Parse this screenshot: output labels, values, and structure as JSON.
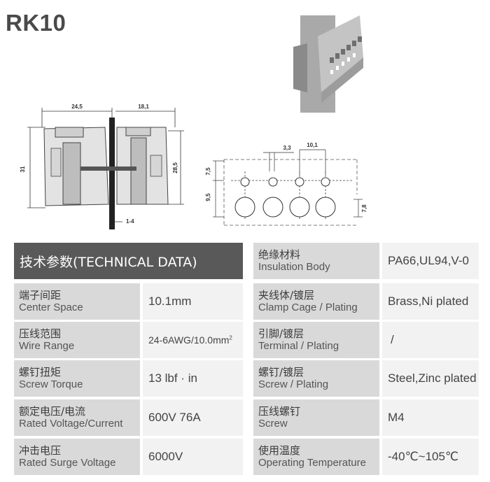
{
  "title": "RK10",
  "drawing": {
    "dim_width_left": "24,5",
    "dim_width_right": "18,1",
    "dim_height_total": "31",
    "dim_height_right": "28,5",
    "dim_bottom": "1-4"
  },
  "pattern": {
    "dim_hole": "3,3",
    "dim_pitch": "10,1",
    "dim_top": "7,5",
    "dim_mid": "9,5",
    "dim_bottom": "7,8"
  },
  "table": {
    "header": "技术参数(TECHNICAL DATA)",
    "left": [
      {
        "zh": "端子间距",
        "en": "Center Space",
        "value": "10.1mm"
      },
      {
        "zh": "压线范围",
        "en": "Wire Range",
        "value": "24-6AWG/10.0mm",
        "sup": "2"
      },
      {
        "zh": "螺钉扭矩",
        "en": "Screw Torque",
        "value": "13 lbf · in"
      },
      {
        "zh": "额定电压/电流",
        "en": "Rated Voltage/Current",
        "value": "600V 76A"
      },
      {
        "zh": "冲击电压",
        "en": "Rated Surge Voltage",
        "value": "6000V"
      }
    ],
    "right": [
      {
        "zh": "绝缘材料",
        "en": "Insulation Body",
        "value": "PA66,UL94,V-0"
      },
      {
        "zh": "夹线体/镀层",
        "en": "Clamp Cage / Plating",
        "value": "Brass,Ni plated"
      },
      {
        "zh": "引脚/镀层",
        "en": "Terminal / Plating",
        "value": "/"
      },
      {
        "zh": "螺钉/镀层",
        "en": "Screw / Plating",
        "value": "Steel,Zinc plated"
      },
      {
        "zh": "压线螺钉",
        "en": "Screw",
        "value": "M4"
      },
      {
        "zh": "使用温度",
        "en": "Operating Temperature",
        "value": "-40℃~105℃"
      }
    ]
  }
}
